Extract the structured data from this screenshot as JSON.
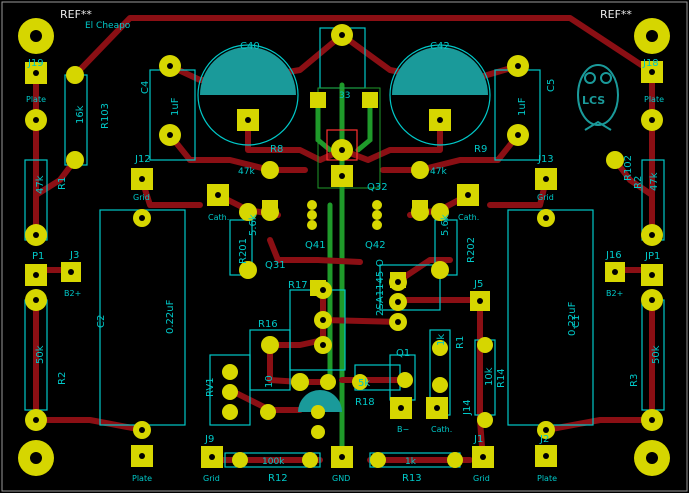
{
  "board": {
    "ref_left": "REF**",
    "ref_right": "REF**",
    "title": "El Cheapo",
    "logo_text": "LCS"
  },
  "colors": {
    "background": "#000000",
    "copper_top": "#8b0f14",
    "copper_bottom": "#1f9a2a",
    "pad": "#d6d600",
    "silkscreen": "#00c8c8",
    "silk_white": "#e8e8e8",
    "electrolytic": "#1a9a9a"
  },
  "labels": {
    "C40": "C40",
    "C42": "C42",
    "C4": "C4",
    "C5": "C5",
    "C4v": "1uF",
    "C5v": "1uF",
    "J19": "J19",
    "J18": "J18",
    "plate": "Plate",
    "R103": "R103",
    "R103v": "16k",
    "R102": "R102",
    "R1v": "47k",
    "R1": "R1",
    "R2b": "R2",
    "J12": "J12",
    "J13": "J13",
    "gd": "Grid",
    "R8": "R8",
    "R9": "R9",
    "R8v": "47k",
    "R9v": "47k",
    "cath": "Cath.",
    "q41": "Q41",
    "q42": "Q42",
    "q31": "Q31",
    "q32": "Q32",
    "q1": "Q1",
    "R201": "R201",
    "R202": "R202",
    "R201v": "5.6k",
    "R202v": "5.6k",
    "J3": "J3",
    "J16": "J16",
    "b2p": "B2+",
    "P1": "P1",
    "JP1": "JP1",
    "C2": "C2",
    "C1": "C1",
    "C2v": "0.22uF",
    "C1v": "0.22uF",
    "R2": "R2",
    "R3": "R3",
    "R2v": "50k",
    "R3v": "50k",
    "J5": "J5",
    "R17": "R17",
    "R16": "R16",
    "R16v": "10",
    "R1b": "R1",
    "R1bv": "1k",
    "R14": "R14",
    "R14v": "10k",
    "RV1": "RV1",
    "R18": "R18",
    "R18v": "5k",
    "bminus": "B−",
    "J14": "J14",
    "J9": "J9",
    "J1": "J1",
    "J2": "J2",
    "R12": "R12",
    "R13": "R13",
    "R12v": "100k",
    "R13v": "1k",
    "gnd": "GND",
    "c33": "33",
    "part": "2SA1145-O"
  }
}
